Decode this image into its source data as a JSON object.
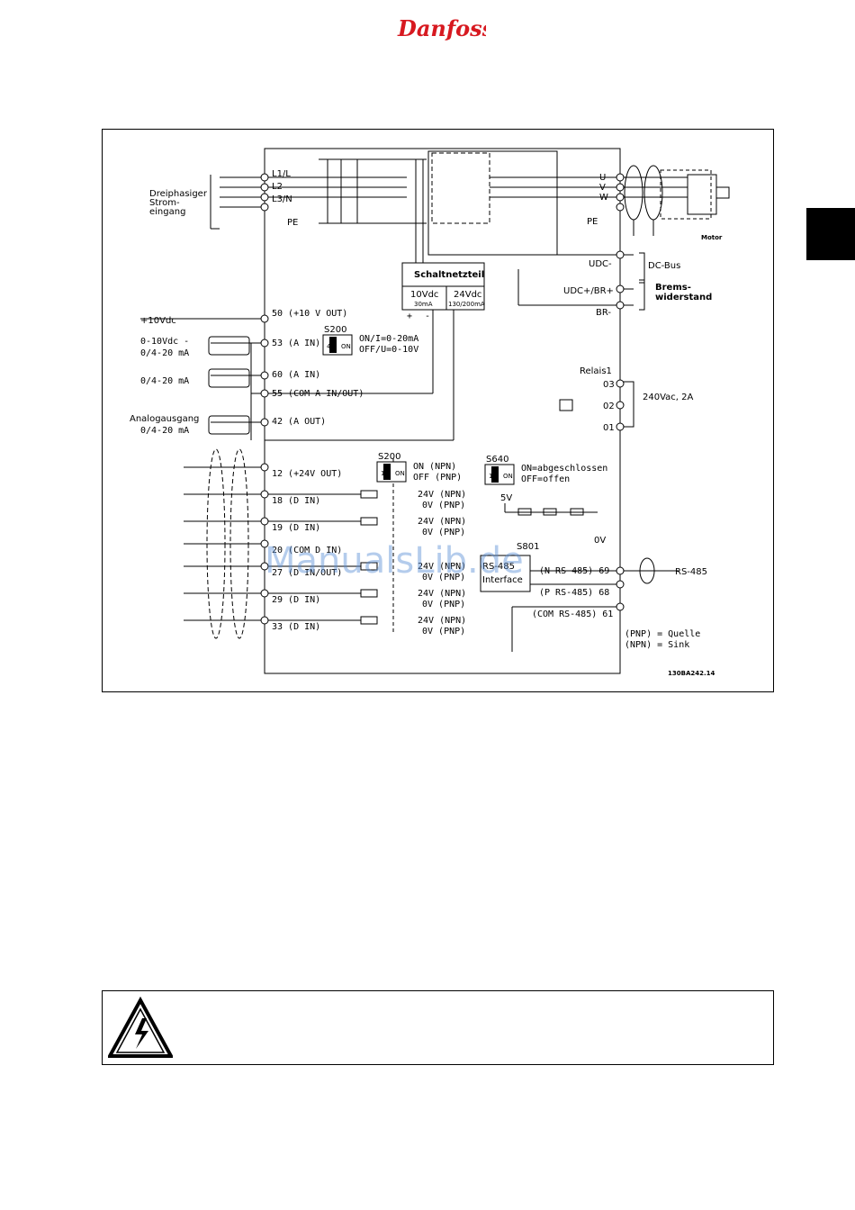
{
  "header": {
    "brand": "Danfoss"
  },
  "diagram": {
    "inputs_left": {
      "three_phase_label": [
        "Dreiphasiger",
        "Strom-",
        "eingang"
      ],
      "v10_label": "+10Vdc",
      "ain_53_label": [
        "0-10Vdc -",
        "0/4-20 mA"
      ],
      "ain_60_label": "0/4-20 mA",
      "analog_out_label": [
        "Analogausgang",
        "0/4-20 mA"
      ]
    },
    "terminals": {
      "mains": [
        "L1/L",
        "L2",
        "L3/N"
      ],
      "pe_left": "PE",
      "t50": "50 (+10 V OUT)",
      "t53": "53 (A IN)",
      "t60": "60 (A IN)",
      "t55": "55 (COM A IN/OUT)",
      "t42": "42 (A OUT)",
      "t12": "12 (+24V OUT)",
      "t18": "18 (D IN)",
      "t19": "19 (D IN)",
      "t20": "20 (COM D IN)",
      "t27": "27 (D IN/OUT)",
      "t29": "29 (D IN)",
      "t33": "33 (D IN)"
    },
    "power_supply": {
      "title": "Schaltnetzteil",
      "v10": "10Vdc",
      "v10_current": "30mA",
      "v24": "24Vdc",
      "v24_current": "130/200mA",
      "plus": "+",
      "minus": "-"
    },
    "switch_s200_top": {
      "name": "S200",
      "on_text": "ON/I=0-20mA",
      "off_text": "OFF/U=0-10V",
      "digits": [
        "3",
        "4"
      ],
      "on_mark": "ON"
    },
    "switch_s200_dig": {
      "name": "S200",
      "on_text": "ON (NPN)",
      "off_text": "OFF (PNP)",
      "digits": [
        "1",
        "2"
      ],
      "on_mark": "ON"
    },
    "switch_s640": {
      "name": "S640",
      "on_text": "ON=abgeschlossen",
      "off_text": "OFF=offen",
      "digits": [
        "1",
        "2"
      ],
      "on_mark": "ON"
    },
    "digital_levels": {
      "npn": "24V (NPN)",
      "pnp": "0V (PNP)"
    },
    "motor_side": {
      "outputs": [
        "U",
        "V",
        "W"
      ],
      "pe_right": "PE",
      "motor": "Motor",
      "udc_minus": "UDC-",
      "udc_plus": "UDC+/BR+",
      "br_minus": "BR-",
      "dc_bus": "DC-Bus",
      "brake_resistor": [
        "Brems-",
        "widerstand"
      ]
    },
    "relay": {
      "name": "Relais1",
      "contacts": [
        "03",
        "02",
        "01"
      ],
      "rating": "240Vac, 2A"
    },
    "rs485": {
      "v5": "5V",
      "v0": "0V",
      "s801": "S801",
      "interface": [
        "RS-485",
        "Interface"
      ],
      "t69": "(N RS-485) 69",
      "t68": "(P RS-485) 68",
      "t61": "(COM RS-485) 61",
      "label": "RS-485"
    },
    "legend": {
      "pnp": "(PNP) = Quelle",
      "npn": "(NPN) = Sink"
    },
    "drawing_id": "130BA242.14",
    "watermark": "ManualsLib.de"
  },
  "warning_box": {
    "icon": "high-voltage-warning-icon"
  }
}
